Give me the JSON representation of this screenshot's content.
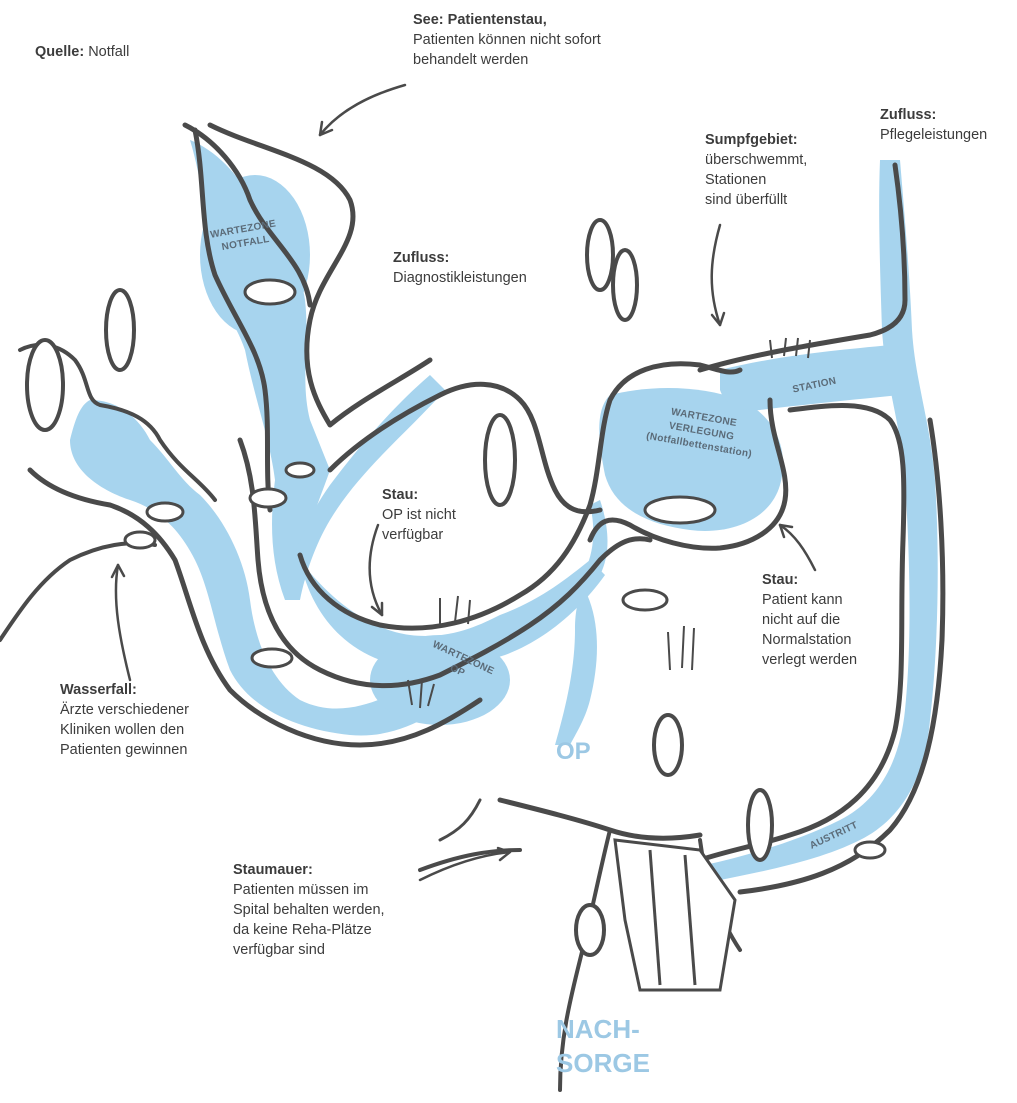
{
  "annotations": {
    "quelle": {
      "head": "Quelle:",
      "text": "Notfall"
    },
    "see": {
      "head": "See: Patientenstau,",
      "lines": [
        "Patienten können nicht sofort",
        "behandelt werden"
      ]
    },
    "zufluss_diag": {
      "head": "Zufluss:",
      "lines": [
        "Diagnostikleistungen"
      ]
    },
    "sumpf": {
      "head": "Sumpfgebiet:",
      "lines": [
        "überschwemmt,",
        "Stationen",
        "sind überfüllt"
      ]
    },
    "zufluss_pflege": {
      "head": "Zufluss:",
      "lines": [
        "Pflegeleistungen"
      ]
    },
    "stau_op": {
      "head": "Stau:",
      "lines": [
        "OP ist nicht",
        "verfügbar"
      ]
    },
    "stau_verlegung": {
      "head": "Stau:",
      "lines": [
        "Patient kann",
        "nicht auf die",
        "Normalstation",
        "verlegt werden"
      ]
    },
    "wasserfall": {
      "head": "Wasserfall:",
      "lines": [
        "Ärzte verschiedener",
        "Kliniken wollen den",
        "Patienten gewinnen"
      ]
    },
    "staumauer": {
      "head": "Staumauer:",
      "lines": [
        "Patienten müssen im",
        "Spital behalten werden,",
        "da keine Reha-Plätze",
        "verfügbar sind"
      ]
    }
  },
  "zones": {
    "notfall": [
      "WARTEZONE",
      "NOTFALL"
    ],
    "verlegung": [
      "WARTEZONE",
      "VERLEGUNG",
      "(Notfallbettenstation)"
    ],
    "op": [
      "WARTEZONE",
      "OP"
    ],
    "station": "STATION",
    "austritt": "AUSTRITT"
  },
  "big_labels": {
    "op": "OP",
    "nachsorge": [
      "NACH-",
      "SORGE"
    ]
  },
  "colors": {
    "water": "#a7d4ee",
    "ink": "#4a4a4a",
    "accent_text": "#9cc8e4"
  }
}
